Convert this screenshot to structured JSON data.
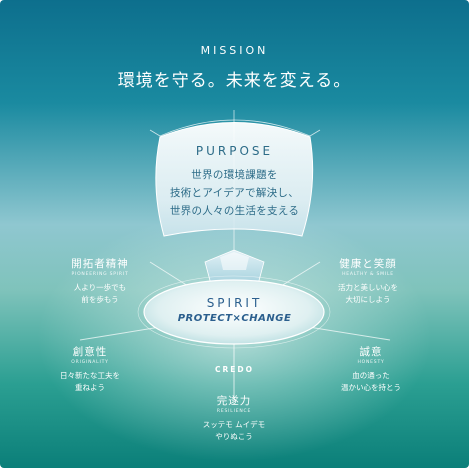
{
  "mission": {
    "label": "MISSION",
    "text": "環境を守る。未来を変える。"
  },
  "purpose": {
    "label": "PURPOSE",
    "lines": [
      "世界の環境課題を",
      "技術とアイデアで解決し、",
      "世界の人々の生活を支える"
    ]
  },
  "spirit": {
    "label": "SPIRIT",
    "subtitle": "PROTECT×CHANGE"
  },
  "credo_label": "CREDO",
  "values": [
    {
      "title": "開拓者精神",
      "en": "PIONEERING SPIRIT",
      "lines": [
        "人より一歩でも",
        "前を歩もう"
      ]
    },
    {
      "title": "健康と笑顔",
      "en": "HEALTHY & SMILE",
      "lines": [
        "活力と美しい心を",
        "大切にしよう"
      ]
    },
    {
      "title": "創意性",
      "en": "ORIGINALITY",
      "lines": [
        "日々新たな工夫を",
        "重ねよう"
      ]
    },
    {
      "title": "誠意",
      "en": "HONESTY",
      "lines": [
        "血の通った",
        "温かい心を持とう"
      ]
    },
    {
      "title": "完遂力",
      "en": "RESILIENCE",
      "lines": [
        "スッテモ ムイデモ",
        "やりぬこう"
      ]
    }
  ],
  "colors": {
    "background_top": "#0d6f8d",
    "background_bottom": "#0b7f79",
    "accent_text": "#2d6c88"
  }
}
